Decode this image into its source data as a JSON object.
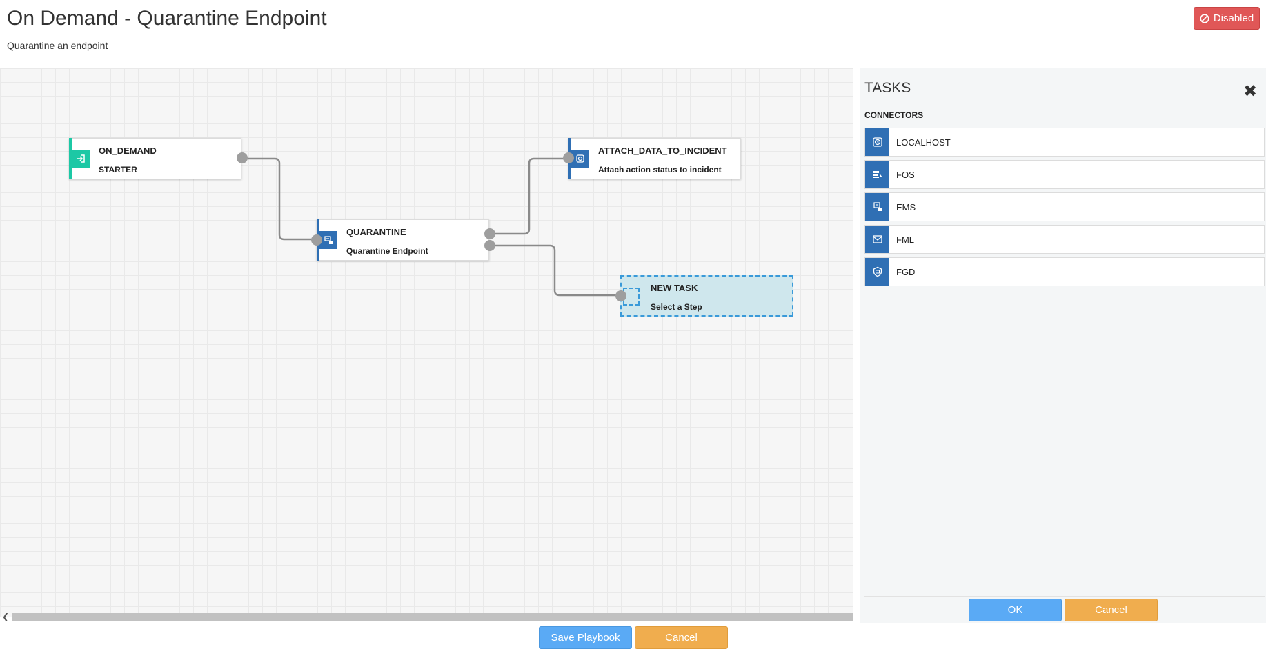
{
  "header": {
    "title": "On Demand - Quarantine Endpoint",
    "subtitle": "Quarantine an endpoint",
    "status_badge": "Disabled"
  },
  "canvas": {
    "nodes": [
      {
        "id": "on_demand",
        "title": "ON_DEMAND",
        "subtitle": "STARTER",
        "icon": "login-icon",
        "accent": "#1cc8a5"
      },
      {
        "id": "quarantine",
        "title": "QUARANTINE",
        "subtitle": "Quarantine Endpoint",
        "icon": "shield-lock-icon",
        "accent": "#2f6fb4"
      },
      {
        "id": "attach",
        "title": "ATTACH_DATA_TO_INCIDENT",
        "subtitle": "Attach action status to incident",
        "icon": "gear-clock-icon",
        "accent": "#2f6fb4"
      },
      {
        "id": "new_task",
        "title": "NEW TASK",
        "subtitle": "Select a Step",
        "icon": "",
        "accent": "#3a9ad9"
      }
    ]
  },
  "panel": {
    "title": "TASKS",
    "section": "CONNECTORS",
    "connectors": [
      {
        "label": "LOCALHOST",
        "icon": "clock-icon"
      },
      {
        "label": "FOS",
        "icon": "firewall-icon"
      },
      {
        "label": "EMS",
        "icon": "ems-shield-icon"
      },
      {
        "label": "FML",
        "icon": "mail-icon"
      },
      {
        "label": "FGD",
        "icon": "guard-shield-icon"
      }
    ],
    "ok_label": "OK",
    "cancel_label": "Cancel"
  },
  "footer": {
    "save_label": "Save Playbook",
    "cancel_label": "Cancel"
  },
  "colors": {
    "accent_blue": "#2f6fb4",
    "starter_green": "#1cc8a5",
    "button_blue": "#5aaaf5",
    "button_orange": "#f0ad4e",
    "disabled_red": "#e05757"
  }
}
